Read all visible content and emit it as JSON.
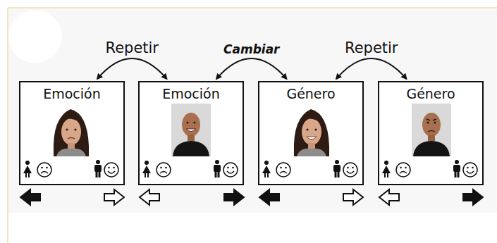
{
  "diagram": {
    "nodes": [
      {
        "text": [
          "Emoción"
        ]
      },
      {
        "text": [
          "Emoción"
        ]
      },
      {
        "text": [
          "Género"
        ]
      },
      {
        "text": [
          "Género"
        ]
      }
    ],
    "edges": [
      {
        "from": 0,
        "to": 1,
        "arrow": "both",
        "label": "Repetir"
      },
      {
        "from": 1,
        "to": 2,
        "arrow": "both",
        "label": "Cambiar"
      },
      {
        "from": 2,
        "to": 3,
        "arrow": "both",
        "label": "Repetir"
      }
    ]
  }
}
